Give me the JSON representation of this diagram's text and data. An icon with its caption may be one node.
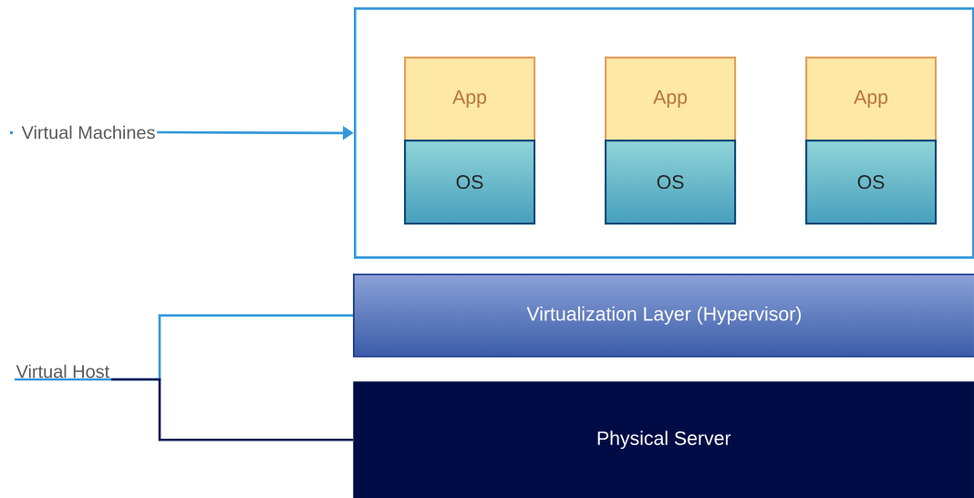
{
  "diagram": {
    "nodes": [
      {
        "text": [
          "Virtual Machines"
        ]
      },
      {
        "text": [],
        "shape": "box"
      },
      {
        "text": [
          "App"
        ],
        "in": 1
      },
      {
        "text": [
          "App"
        ],
        "in": 1
      },
      {
        "text": [
          "App"
        ],
        "in": 1
      },
      {
        "text": [
          "OS"
        ],
        "in": 1
      },
      {
        "text": [
          "OS"
        ],
        "in": 1
      },
      {
        "text": [
          "OS"
        ],
        "in": 1
      },
      {
        "text": [
          "Virtualization Layer (Hypervisor)"
        ]
      },
      {
        "text": [
          "Virtual Host"
        ]
      },
      {
        "text": [
          "Physical Server"
        ]
      }
    ],
    "edges": [
      {
        "from": 0,
        "to": 1,
        "arrow": "to"
      },
      {
        "from": 9,
        "to": 8,
        "arrow": "none"
      },
      {
        "from": 9,
        "to": 10,
        "arrow": "none",
        "color": "#0a1450"
      }
    ]
  }
}
